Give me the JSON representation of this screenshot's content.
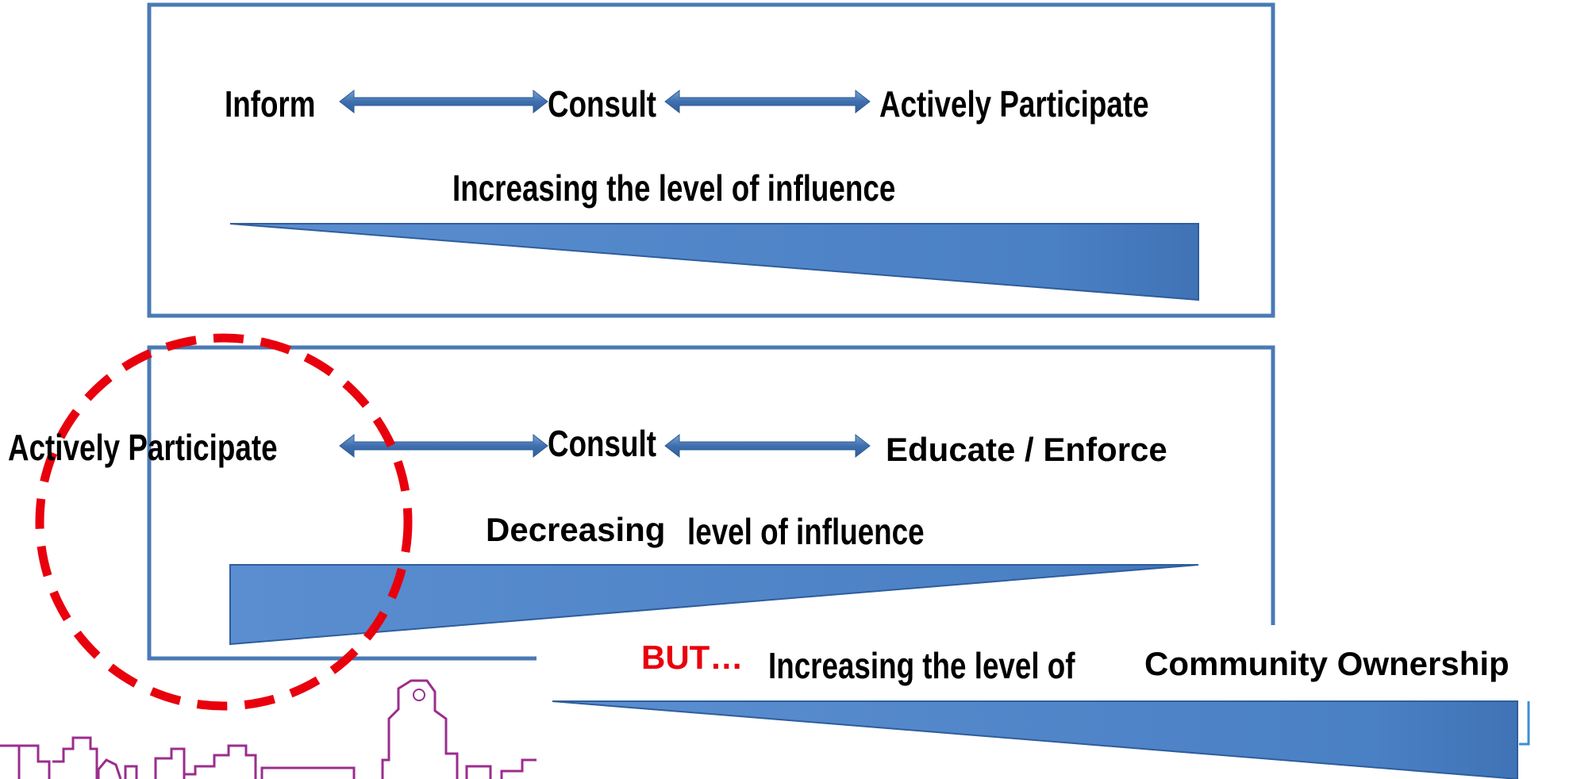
{
  "panel_top": {
    "stage_1": "Inform",
    "stage_2": "Consult",
    "stage_3": "Actively Participate",
    "influence_caption": "Increasing the level of influence"
  },
  "panel_bottom": {
    "stage_1": "Actively Participate",
    "stage_2": "Consult",
    "stage_3": "Educate / Enforce",
    "caption_prefix": "Decreasing",
    "caption_suffix": "level of influence"
  },
  "overlay": {
    "but_label": "BUT…",
    "caption_prefix": "Increasing the level of",
    "caption_suffix": "Community Ownership"
  },
  "colors": {
    "panel_border": "#4a7ab4",
    "wedge_fill": "#4a80c4",
    "arrow_fill": "#4f7fbd",
    "highlight_circle": "#e8000d",
    "skyline": "#9b2d8e",
    "accent_red": "#e8000d"
  },
  "icons": [
    "double-headed-arrow-icon",
    "skyline-icon"
  ]
}
